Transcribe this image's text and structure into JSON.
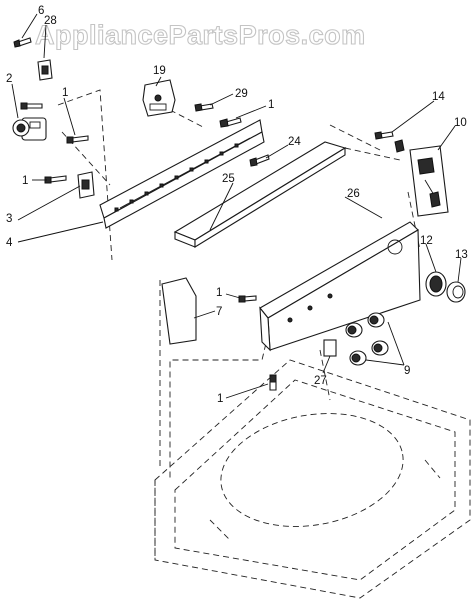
{
  "watermark": "AppliancePartsPros.com",
  "callouts": [
    {
      "id": "c6",
      "text": "6"
    },
    {
      "id": "c28",
      "text": "28"
    },
    {
      "id": "c2",
      "text": "2"
    },
    {
      "id": "c1a",
      "text": "1"
    },
    {
      "id": "c19",
      "text": "19"
    },
    {
      "id": "c29",
      "text": "29"
    },
    {
      "id": "c1b",
      "text": "1"
    },
    {
      "id": "c14",
      "text": "14"
    },
    {
      "id": "c10",
      "text": "10"
    },
    {
      "id": "c24",
      "text": "24"
    },
    {
      "id": "c25",
      "text": "25"
    },
    {
      "id": "c1c",
      "text": "1"
    },
    {
      "id": "c3",
      "text": "3"
    },
    {
      "id": "c4",
      "text": "4"
    },
    {
      "id": "c26",
      "text": "26"
    },
    {
      "id": "c12",
      "text": "12"
    },
    {
      "id": "c13",
      "text": "13"
    },
    {
      "id": "c1d",
      "text": "1"
    },
    {
      "id": "c7",
      "text": "7"
    },
    {
      "id": "c9",
      "text": "9"
    },
    {
      "id": "c27",
      "text": "27"
    },
    {
      "id": "c1e",
      "text": "1"
    }
  ]
}
